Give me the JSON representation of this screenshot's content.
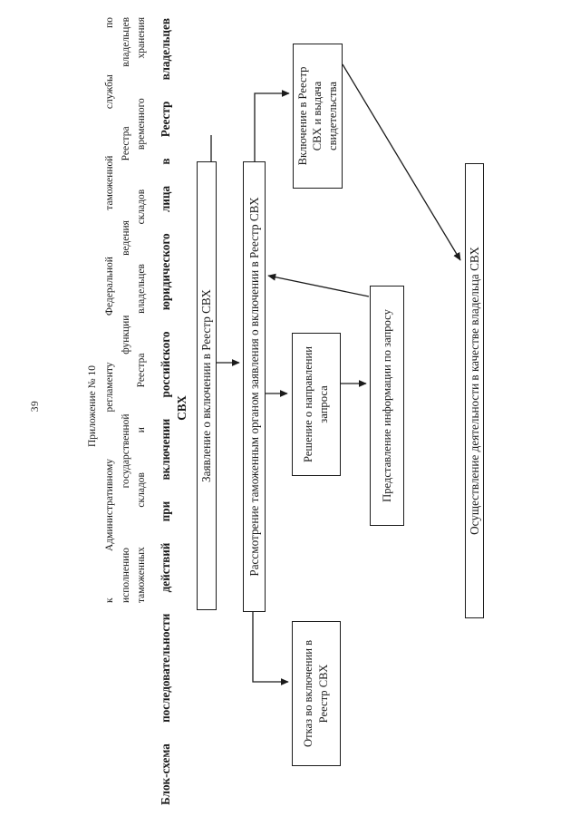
{
  "page": {
    "number": "39",
    "header": {
      "line1": "Приложение № 10",
      "line2": "к Административному регламенту Федеральной таможенной службы по",
      "line3": "исполнению государственной функции ведения Реестра владельцев",
      "line4": "таможенных складов и Реестра владельцев складов временного хранения"
    },
    "title": {
      "line1": "Блок-схема последовательности действий при включении российского юридического лица в Реестр владельцев",
      "line2": "СВХ"
    }
  },
  "flowchart": {
    "boxes": [
      {
        "id": "application",
        "label": "Заявление о включении в Реестр СВХ"
      },
      {
        "id": "review",
        "label": "Рассмотрение таможенным органом заявления о включении в Реестр СВХ"
      },
      {
        "id": "inclusion",
        "label": "Включение в Реестр СВХ и выдача свидетельства"
      },
      {
        "id": "request-decision",
        "label": "Решение о направлении запроса"
      },
      {
        "id": "info-provision",
        "label": "Представление информации по запросу"
      },
      {
        "id": "refusal",
        "label": "Отказ во включении в Реестр СВХ"
      },
      {
        "id": "operation",
        "label": "Осуществление деятельности в качестве владельца СВХ"
      }
    ]
  },
  "colors": {
    "ink": "#1b1b1b",
    "background": "#ffffff"
  }
}
